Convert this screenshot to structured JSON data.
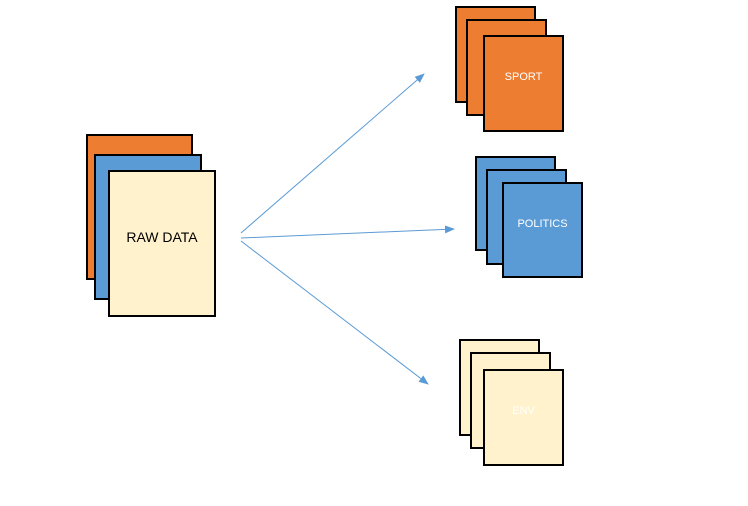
{
  "source": {
    "label": "RAW DATA",
    "colors": [
      "#ED7D31",
      "#5B9BD5",
      "#FFF2CC"
    ]
  },
  "categories": [
    {
      "label": "SPORT",
      "color": "#ED7D31",
      "text_color": "#FFFFFF"
    },
    {
      "label": "POLITICS",
      "color": "#5B9BD5",
      "text_color": "#FFFFFF"
    },
    {
      "label": "ENV",
      "color": "#FFF2CC",
      "text_color": "#FFFFFF"
    }
  ],
  "arrow_color": "#5B9BD5"
}
